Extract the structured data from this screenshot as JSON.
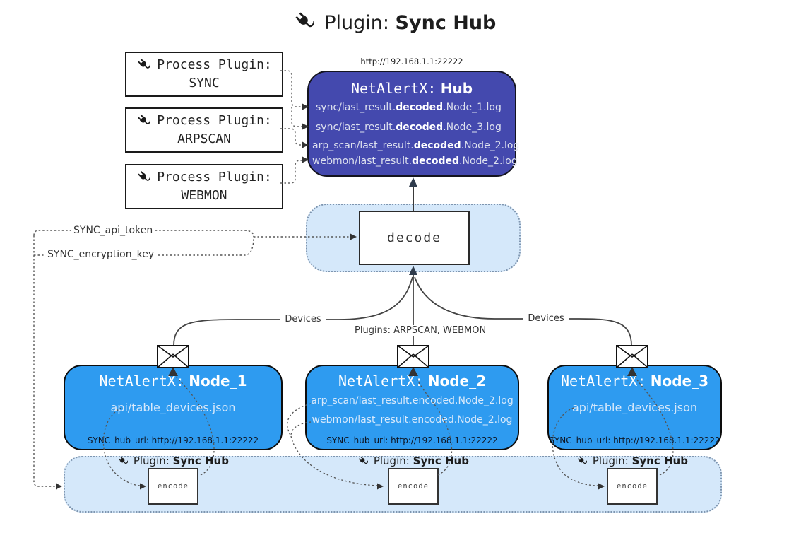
{
  "title": {
    "prefix": "Plugin:",
    "name": "Sync Hub"
  },
  "process_plugins": [
    {
      "label": "Process Plugin:",
      "name": "SYNC"
    },
    {
      "label": "Process Plugin:",
      "name": "ARPSCAN"
    },
    {
      "label": "Process Plugin:",
      "name": "WEBMON"
    }
  ],
  "hub": {
    "url": "http://192.168.1.1:22222",
    "title_prefix": "NetAlertX:",
    "title_name": "Hub",
    "log_lines": [
      {
        "pre": "sync/last_result.",
        "bold": "decoded",
        "post": ".Node_1.log"
      },
      {
        "pre": "sync/last_result.",
        "bold": "decoded",
        "post": ".Node_3.log"
      },
      {
        "pre": "arp_scan/last_result.",
        "bold": "decoded",
        "post": ".Node_2.log"
      },
      {
        "pre": "webmon/last_result.",
        "bold": "decoded",
        "post": ".Node_2.log"
      }
    ]
  },
  "decode": {
    "label": "decode"
  },
  "connectors": {
    "api_token": "SYNC_api_token",
    "encryption_key": "SYNC_encryption_key",
    "devices_left": "Devices",
    "plugins_middle": "Plugins: ARPSCAN, WEBMON",
    "devices_right": "Devices"
  },
  "nodes": [
    {
      "title_prefix": "NetAlertX:",
      "title_name": "Node_1",
      "lines": [
        "api/table_devices.json"
      ],
      "hub_url": "SYNC_hub_url: http://192.168.1.1:22222"
    },
    {
      "title_prefix": "NetAlertX:",
      "title_name": "Node_2",
      "lines": [
        "arp_scan/last_result.encoded.Node_2.log",
        "webmon/last_result.encoded.Node_2.log"
      ],
      "hub_url": "SYNC_hub_url: http://192.168.1.1:22222"
    },
    {
      "title_prefix": "NetAlertX:",
      "title_name": "Node_3",
      "lines": [
        "api/table_devices.json"
      ],
      "hub_url": "SYNC_hub_url: http://192.168.1.1:22222"
    }
  ],
  "encoders": [
    {
      "plugin_prefix": "Plugin:",
      "plugin_name": "Sync Hub",
      "label": "encode"
    },
    {
      "plugin_prefix": "Plugin:",
      "plugin_name": "Sync Hub",
      "label": "encode"
    },
    {
      "plugin_prefix": "Plugin:",
      "plugin_name": "Sync Hub",
      "label": "encode"
    }
  ],
  "colors": {
    "hub_fill": "#4449ae",
    "node_fill": "#2e9bf0",
    "panel_fill": "#d5e8fa",
    "panel_border": "#7e95af",
    "line_color": "#444444"
  }
}
